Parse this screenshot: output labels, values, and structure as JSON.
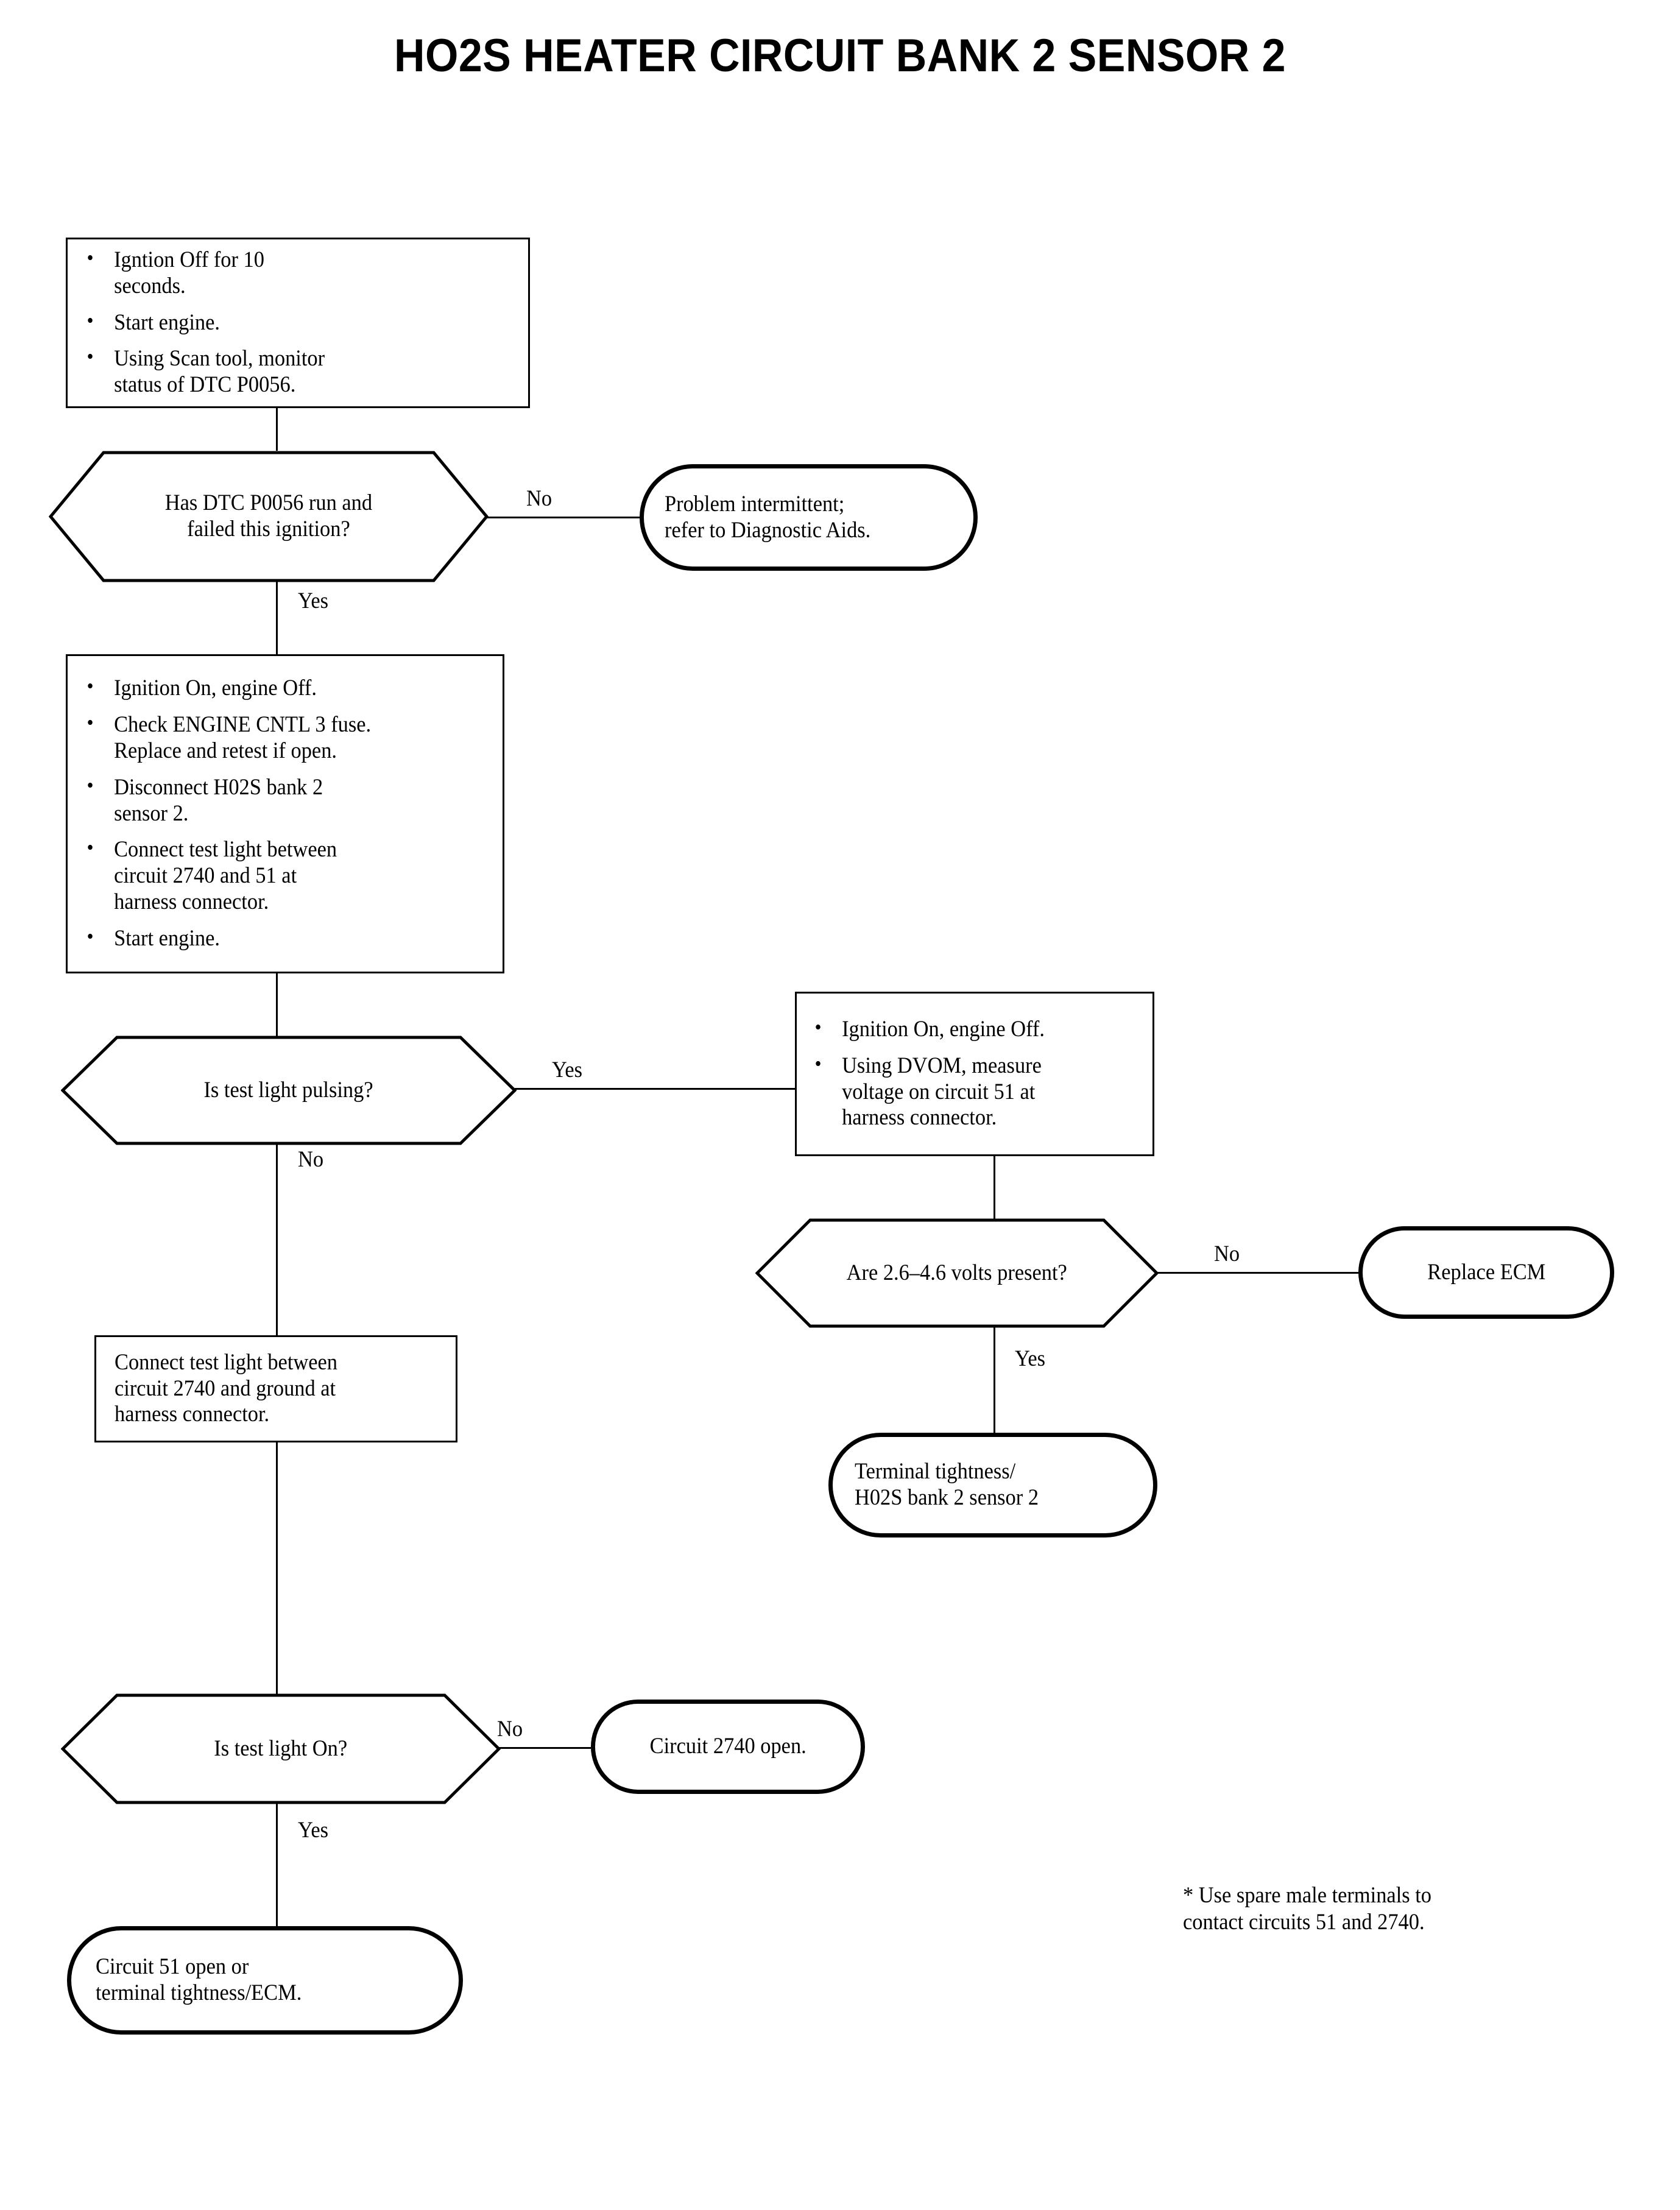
{
  "title": "HO2S HEATER CIRCUIT BANK 2 SENSOR 2",
  "nodes": {
    "step1": {
      "type": "process",
      "bullets": [
        "Igntion Off for 10\nseconds.",
        "Start engine.",
        "Using Scan tool, monitor\nstatus of DTC P0056."
      ]
    },
    "decision1": {
      "type": "decision",
      "text": "Has DTC P0056 run and\nfailed this ignition?"
    },
    "terminal1": {
      "type": "terminal",
      "text": "Problem intermittent;\nrefer to Diagnostic Aids."
    },
    "step2": {
      "type": "process",
      "bullets": [
        "Ignition On, engine Off.",
        "Check ENGINE CNTL 3 fuse.\nReplace and retest if open.",
        "Disconnect H02S bank 2\nsensor 2.",
        "Connect test light between\ncircuit 2740 and 51 at\nharness connector.",
        "Start engine."
      ]
    },
    "decision2": {
      "type": "decision",
      "text": "Is test light pulsing?"
    },
    "step3": {
      "type": "process",
      "bullets": [
        "Ignition On, engine Off.",
        "Using DVOM, measure\nvoltage on circuit 51 at\nharness connector."
      ]
    },
    "decision3": {
      "type": "decision",
      "text": "Are 2.6–4.6 volts present?"
    },
    "terminal2": {
      "type": "terminal",
      "text": "Replace ECM"
    },
    "terminal3": {
      "type": "terminal",
      "text": "Terminal tightness/\nH02S bank 2 sensor 2"
    },
    "step4": {
      "type": "process",
      "text": "Connect test light between\ncircuit 2740 and ground at\nharness connector."
    },
    "decision4": {
      "type": "decision",
      "text": "Is test light On?"
    },
    "terminal4": {
      "type": "terminal",
      "text": "Circuit 2740 open."
    },
    "terminal5": {
      "type": "terminal",
      "text": "Circuit 51 open or\nterminal tightness/ECM."
    }
  },
  "branch_labels": {
    "d1_no": "No",
    "d1_yes": "Yes",
    "d2_yes": "Yes",
    "d2_no": "No",
    "d3_no": "No",
    "d3_yes": "Yes",
    "d4_no": "No",
    "d4_yes": "Yes"
  },
  "footnote": "*  Use spare male terminals to\ncontact circuits 51 and 2740.",
  "colors": {
    "ink": "#000000",
    "paper": "#ffffff"
  }
}
